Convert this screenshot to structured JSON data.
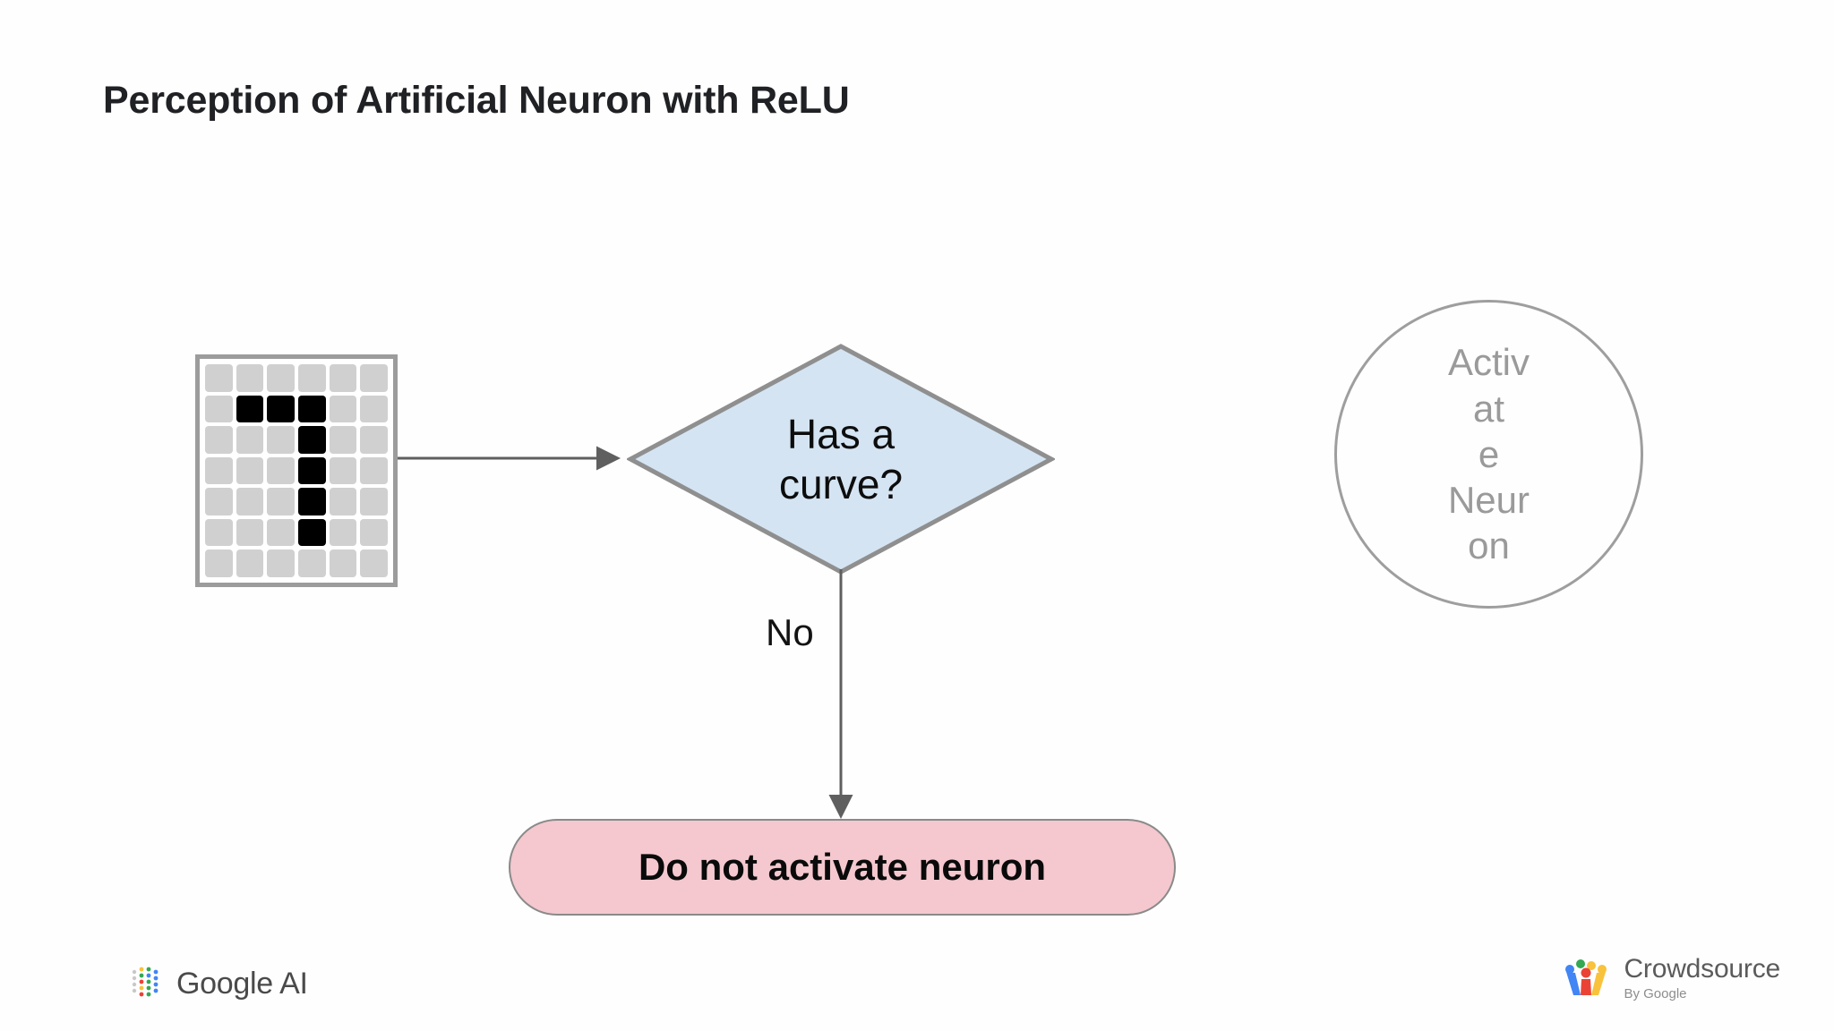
{
  "slide": {
    "title": "Perception of Artificial Neuron with ReLU",
    "background_color": "#ffffff"
  },
  "input_grid": {
    "name": "pixel-grid",
    "columns": 6,
    "rows": 7,
    "depicts_digit": "7",
    "on_color": "#000000",
    "off_color": "#d0d0d0",
    "border_color": "#9c9c9c",
    "cells": [
      [
        0,
        0,
        0,
        0,
        0,
        0
      ],
      [
        0,
        1,
        1,
        1,
        0,
        0
      ],
      [
        0,
        0,
        0,
        1,
        0,
        0
      ],
      [
        0,
        0,
        0,
        1,
        0,
        0
      ],
      [
        0,
        0,
        0,
        1,
        0,
        0
      ],
      [
        0,
        0,
        0,
        1,
        0,
        0
      ],
      [
        0,
        0,
        0,
        0,
        0,
        0
      ]
    ]
  },
  "decision": {
    "line1": "Has a",
    "line2": "curve?",
    "fill_color": "#d4e4f2",
    "border_color": "#8f8f8f",
    "text_color": "#0d0d0d"
  },
  "activate": {
    "line1": "Activat",
    "line2": "e",
    "line3": "Neuron",
    "text_color": "#9a9a9a",
    "border_color": "#9e9e9e"
  },
  "edges": {
    "no_label": "No",
    "stroke_color": "#5f5f5f"
  },
  "reject": {
    "label": "Do not activate neuron",
    "fill_color": "#f4c8ce",
    "border_color": "#8a8a8a",
    "text_color": "#0a0a0a"
  },
  "footer": {
    "google_ai": {
      "label": "Google AI",
      "icon": "google-ai-dots-icon"
    },
    "crowdsource": {
      "title": "Crowdsource",
      "subtitle": "By Google",
      "icon": "crowdsource-people-icon"
    }
  }
}
